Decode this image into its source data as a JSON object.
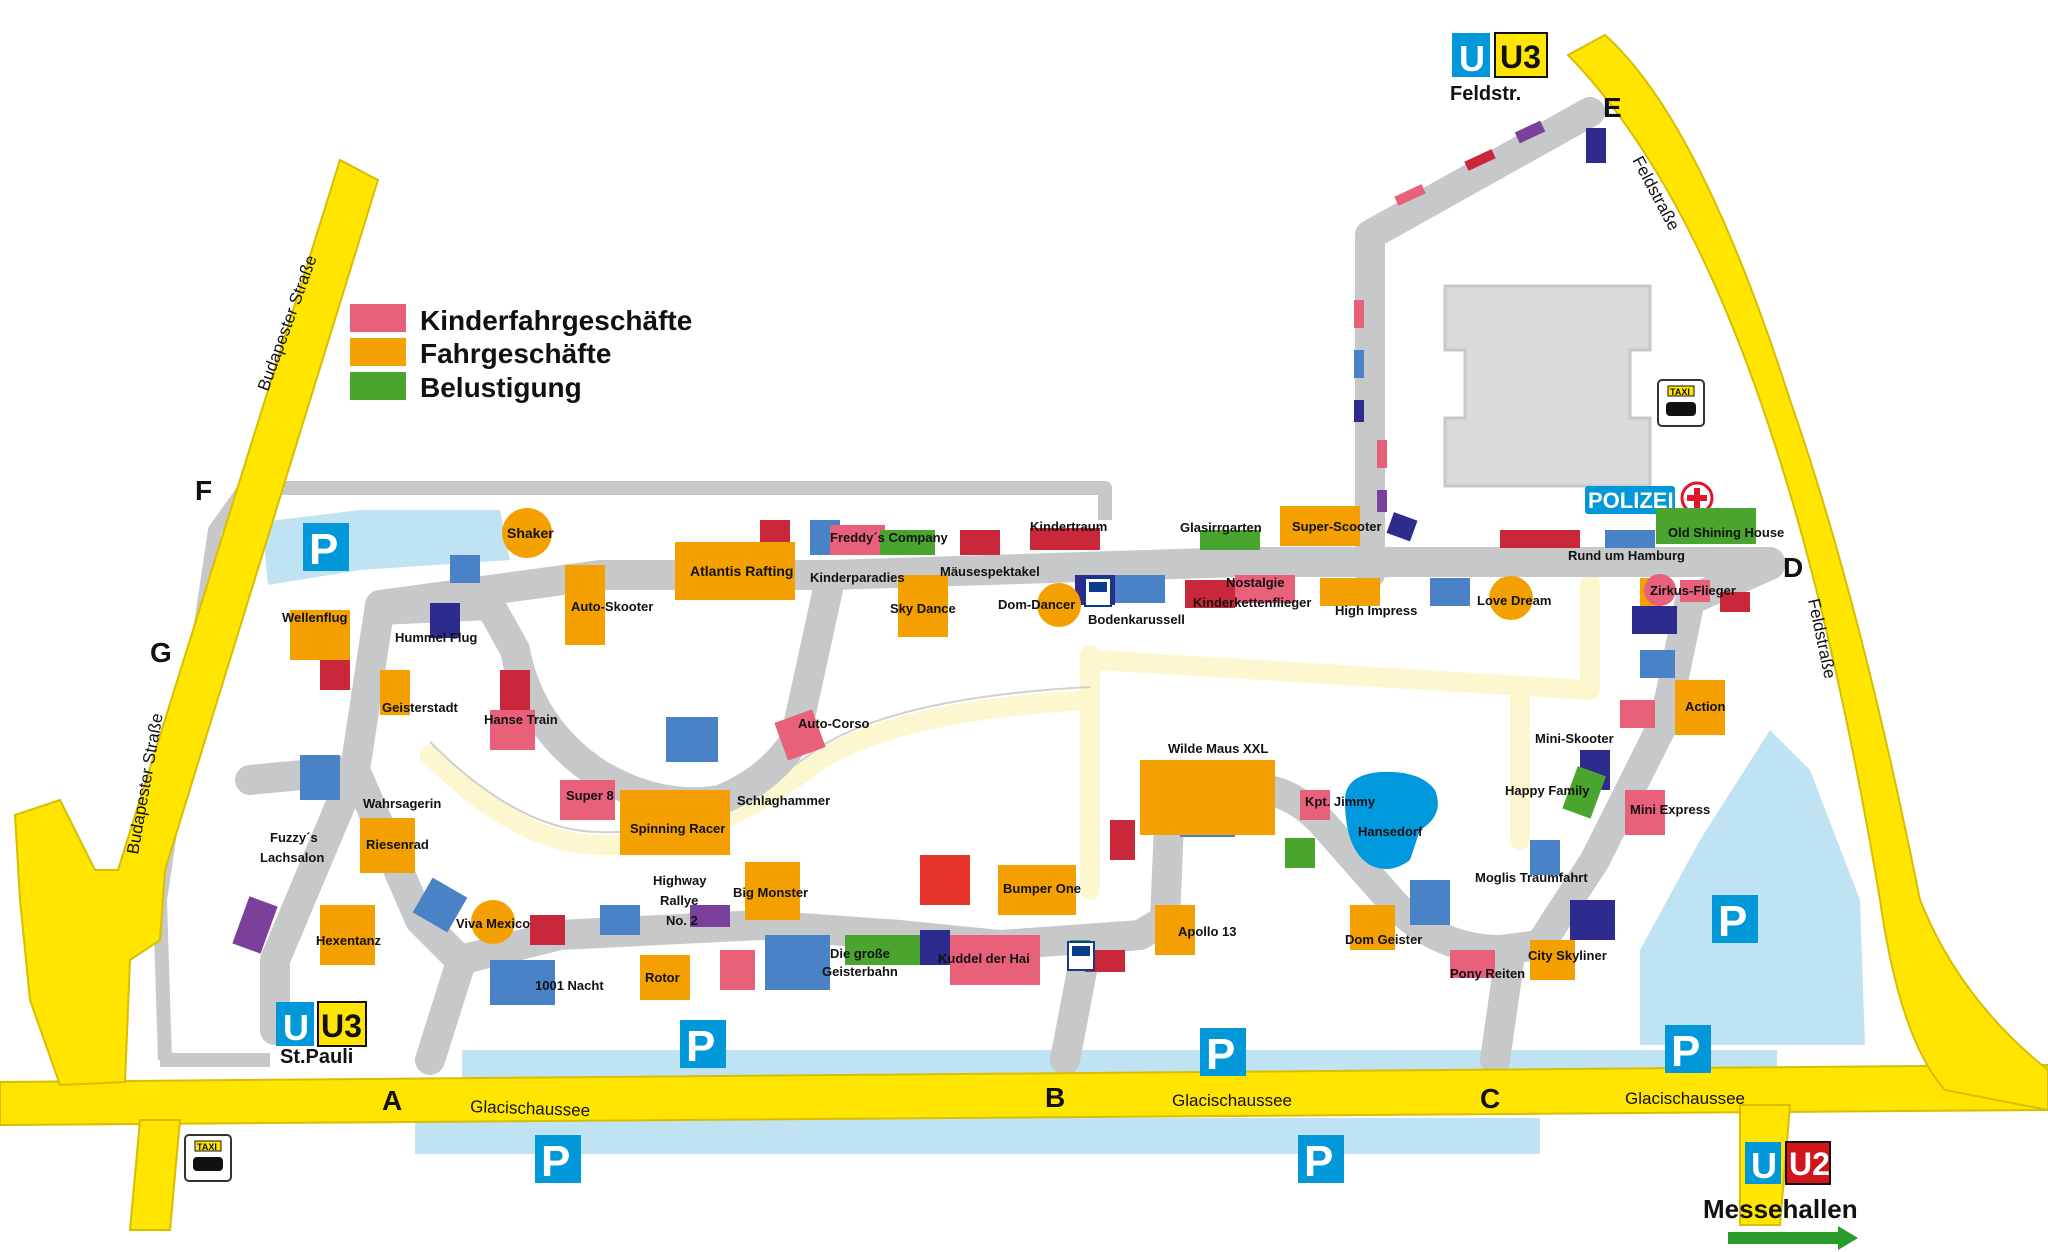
{
  "legend": {
    "items": [
      {
        "label": "Kinderfahrgeschäfte",
        "color": "#e8607a"
      },
      {
        "label": "Fahrgeschäfte",
        "color": "#f3a000"
      },
      {
        "label": "Belustigung",
        "color": "#4aa52e"
      }
    ]
  },
  "roads": {
    "budapester_1": "Budapester Straße",
    "budapester_2": "Budapester Straße",
    "feldstrasse_1": "Feldstraße",
    "feldstrasse_2": "Feldstraße",
    "glacis_1": "Glacischaussee",
    "glacis_2": "Glacischaussee",
    "glacis_3": "Glacischaussee"
  },
  "gates": {
    "a": "A",
    "b": "B",
    "c": "C",
    "d": "D",
    "e": "E",
    "f": "F",
    "g": "G"
  },
  "parking": {
    "label": "P"
  },
  "stations": {
    "feldstr": {
      "u": "U",
      "line": "U3",
      "name": "Feldstr."
    },
    "stpauli": {
      "u": "U",
      "line": "U3",
      "name": "St.Pauli"
    },
    "messehallen": {
      "u": "U",
      "line": "U2",
      "name": "Messehallen"
    }
  },
  "facilities": {
    "police": "POLIZEI",
    "taxi": "TAXI"
  },
  "attractions": {
    "shaker": "Shaker",
    "atlantis_rafting": "Atlantis Rafting",
    "freddys_company": "Freddy´s Company",
    "kindertraum": "Kindertraum",
    "glasirrgarten": "Glasirrgarten",
    "super_scooter": "Super-Scooter",
    "old_shining_house": "Old Shining House",
    "rund_um_hamburg": "Rund um Hamburg",
    "kinderparadies": "Kinderparadies",
    "maeusespektakel": "Mäusespektakel",
    "sky_dance": "Sky Dance",
    "dom_dancer": "Dom-Dancer",
    "bodenkarussell": "Bodenkarussell",
    "nostalgie": "Nostalgie",
    "kinderkettenflieger": "Kinderkettenflieger",
    "high_impress": "High Impress",
    "love_dream": "Love Dream",
    "zirkus_flieger": "Zirkus-Flieger",
    "auto_skooter": "Auto-Skooter",
    "wellenflug": "Wellenflug",
    "hummel_flug": "Hummel Flug",
    "geisterstadt": "Geisterstadt",
    "hanse_train": "Hanse Train",
    "auto_corso": "Auto-Corso",
    "super_8": "Super 8",
    "schlaghammer": "Schlaghammer",
    "spinning_racer": "Spinning Racer",
    "wahrsagerin": "Wahrsagerin",
    "fuzzys_1": "Fuzzy´s",
    "fuzzys_2": "Lachsalon",
    "riesenrad": "Riesenrad",
    "hexentanz": "Hexentanz",
    "viva_mexico": "Viva Mexico",
    "highway_1": "Highway",
    "highway_2": "Rallye",
    "highway_3": "No. 2",
    "big_monster": "Big Monster",
    "bumper_one": "Bumper One",
    "wilde_maus": "Wilde Maus XXL",
    "apollo_13": "Apollo 13",
    "kpt_jimmy": "Kpt. Jimmy",
    "hansedorf": "Hansedorf",
    "dom_geister": "Dom Geister",
    "pony_reiten": "Pony Reiten",
    "city_skyliner": "City Skyliner",
    "moglis": "Moglis Traumfahrt",
    "mini_express": "Mini Express",
    "happy_family": "Happy Family",
    "mini_skooter": "Mini-Skooter",
    "action": "Action",
    "nacht_1001": "1001 Nacht",
    "rotor": "Rotor",
    "geisterbahn_1": "Die große",
    "geisterbahn_2": "Geisterbahn",
    "kuddel": "Kuddel der Hai"
  }
}
